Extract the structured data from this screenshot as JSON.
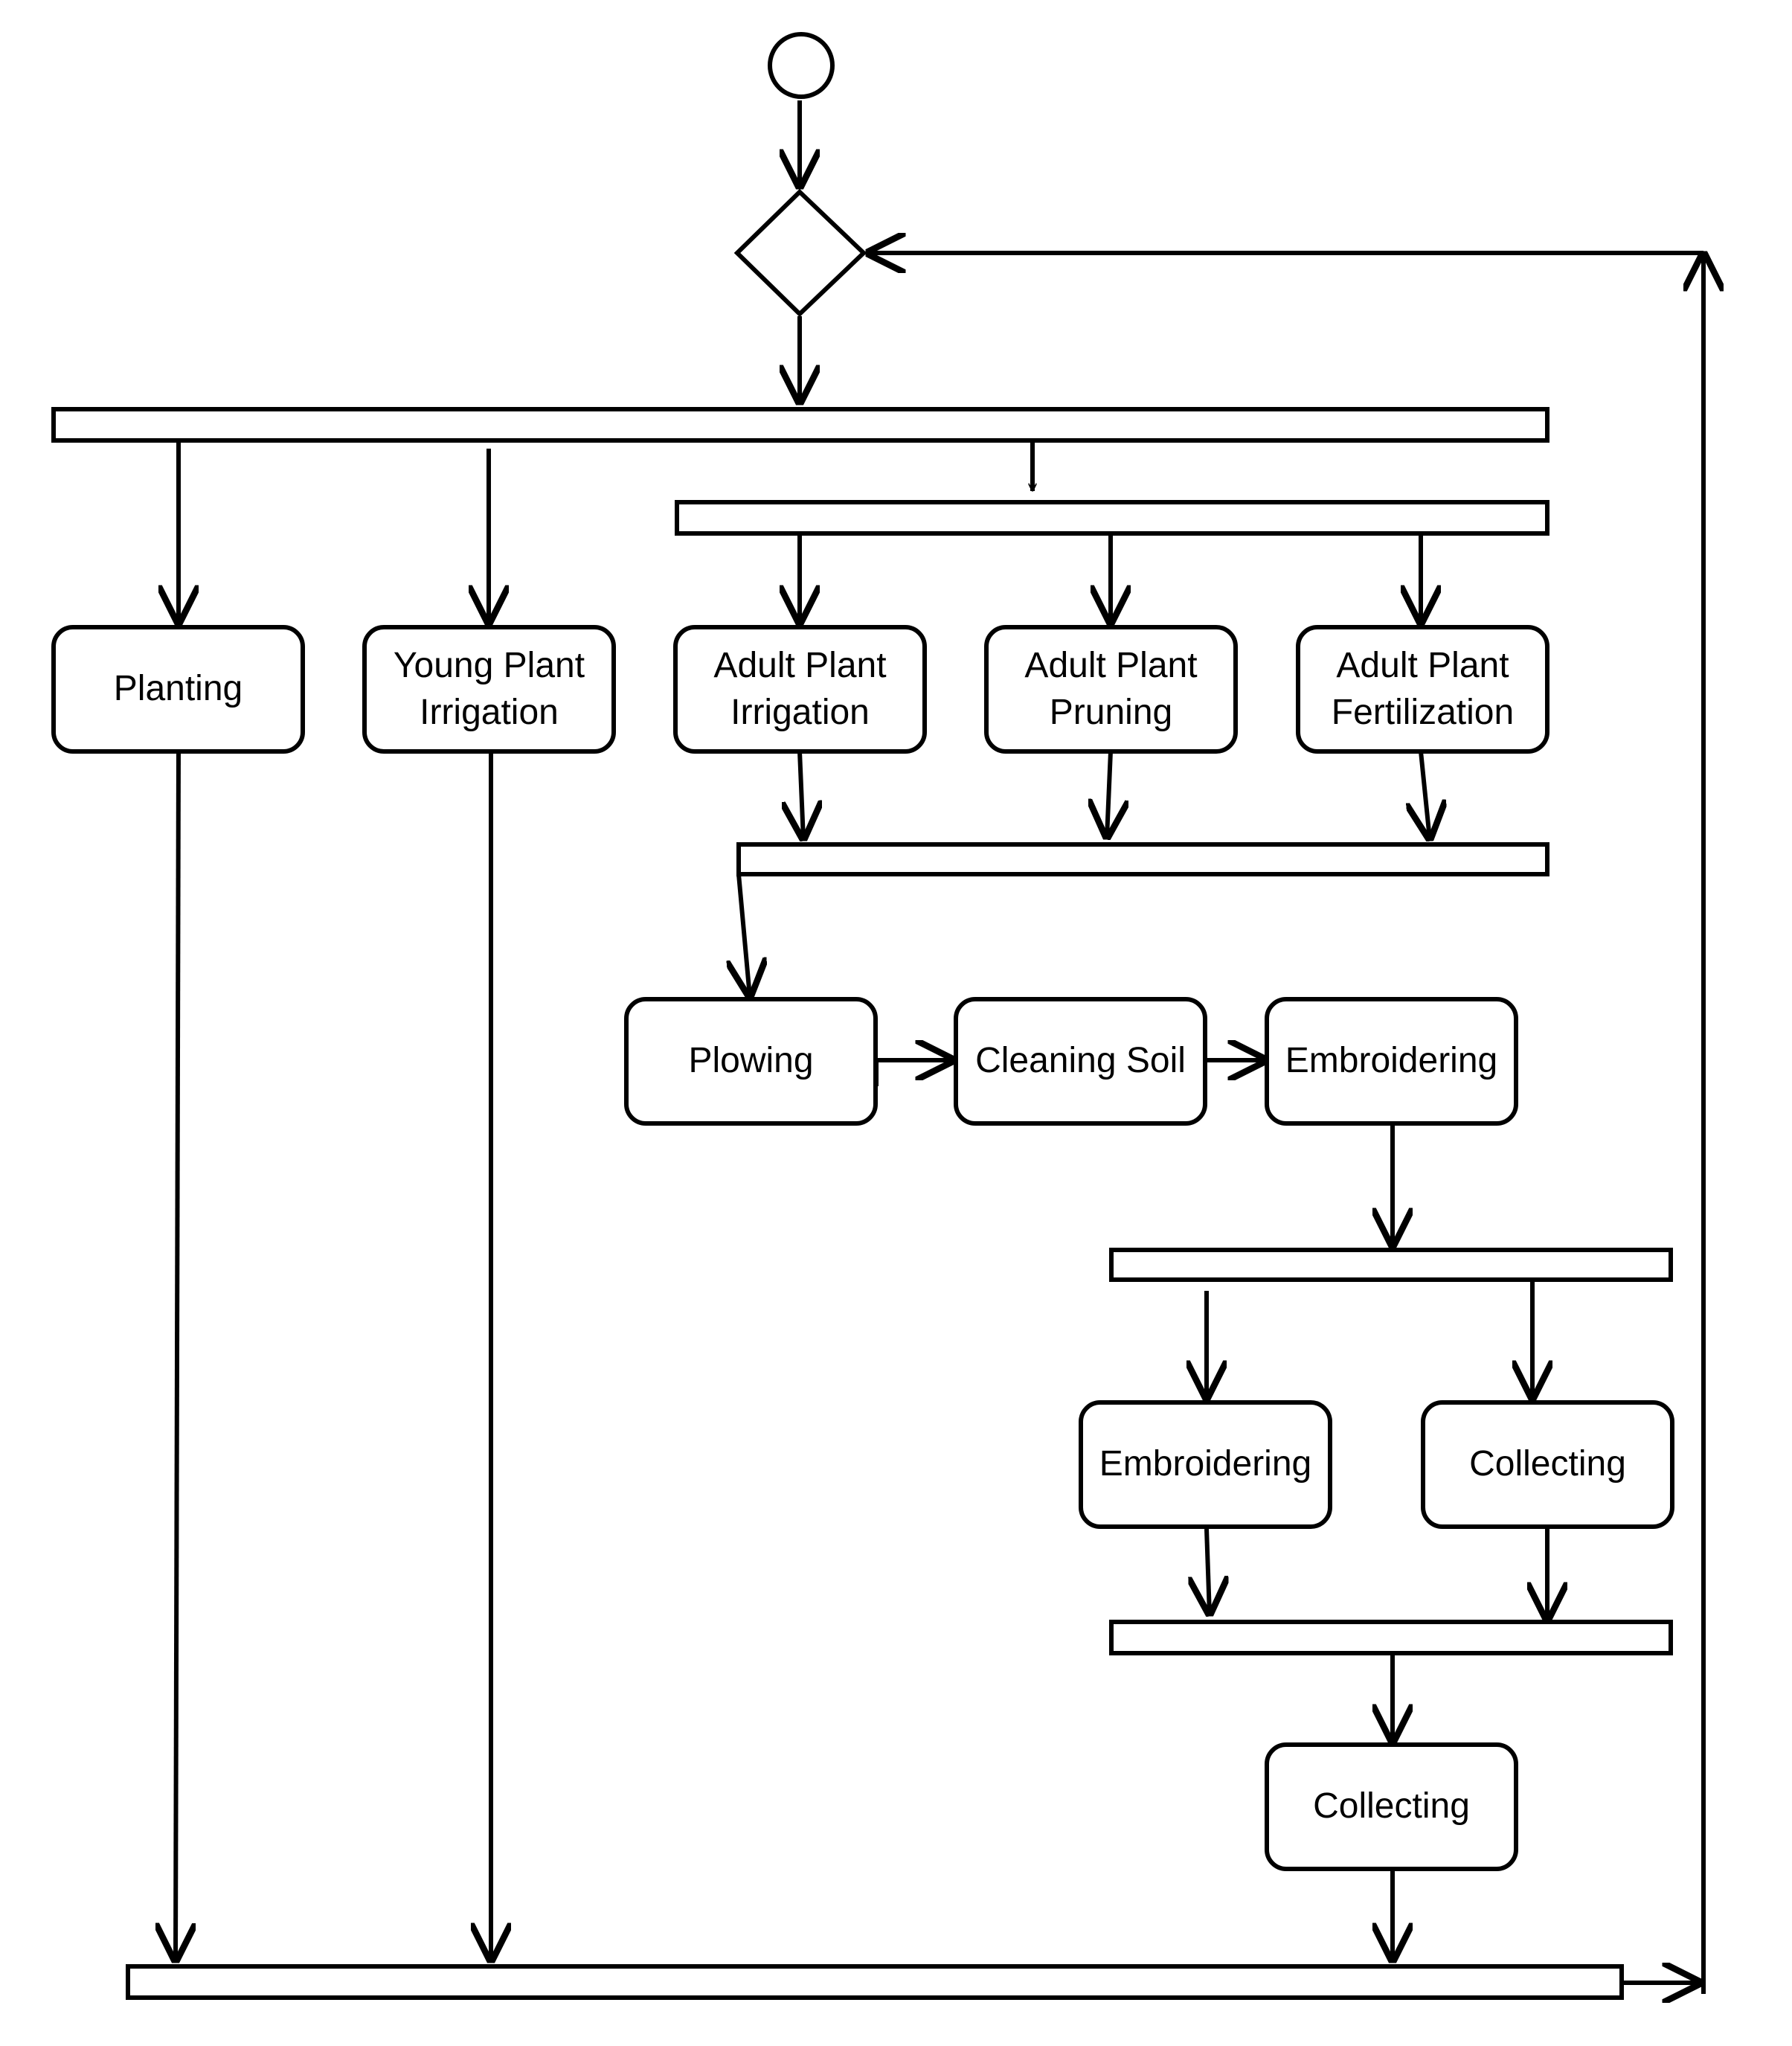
{
  "diagram": {
    "nodes": [
      {
        "id": "planting",
        "label": "Planting"
      },
      {
        "id": "young_irrigation",
        "label": "Young Plant\nIrrigation"
      },
      {
        "id": "adult_irrigation",
        "label": "Adult Plant\nIrrigation"
      },
      {
        "id": "adult_pruning",
        "label": "Adult Plant\nPruning"
      },
      {
        "id": "adult_fertilization",
        "label": "Adult Plant\nFertilization"
      },
      {
        "id": "plowing",
        "label": "Plowing"
      },
      {
        "id": "cleaning_soil",
        "label": "Cleaning Soil"
      },
      {
        "id": "embroidering_1",
        "label": "Embroidering"
      },
      {
        "id": "embroidering_2",
        "label": "Embroidering"
      },
      {
        "id": "collecting_1",
        "label": "Collecting"
      },
      {
        "id": "collecting_2",
        "label": "Collecting"
      }
    ],
    "control_nodes": [
      {
        "id": "start",
        "kind": "initial"
      },
      {
        "id": "decision",
        "kind": "decision"
      },
      {
        "id": "fork_main",
        "kind": "fork"
      },
      {
        "id": "fork_adult",
        "kind": "fork"
      },
      {
        "id": "join_adult",
        "kind": "join"
      },
      {
        "id": "fork_harvest",
        "kind": "fork"
      },
      {
        "id": "join_harvest",
        "kind": "join"
      },
      {
        "id": "join_main",
        "kind": "join"
      }
    ],
    "edges": [
      {
        "from": "start",
        "to": "decision"
      },
      {
        "from": "decision",
        "to": "fork_main"
      },
      {
        "from": "fork_main",
        "to": "planting"
      },
      {
        "from": "fork_main",
        "to": "young_irrigation"
      },
      {
        "from": "fork_main",
        "to": "fork_adult"
      },
      {
        "from": "fork_adult",
        "to": "adult_irrigation"
      },
      {
        "from": "fork_adult",
        "to": "adult_pruning"
      },
      {
        "from": "fork_adult",
        "to": "adult_fertilization"
      },
      {
        "from": "adult_irrigation",
        "to": "join_adult"
      },
      {
        "from": "adult_pruning",
        "to": "join_adult"
      },
      {
        "from": "adult_fertilization",
        "to": "join_adult"
      },
      {
        "from": "join_adult",
        "to": "plowing"
      },
      {
        "from": "plowing",
        "to": "cleaning_soil"
      },
      {
        "from": "cleaning_soil",
        "to": "embroidering_1"
      },
      {
        "from": "embroidering_1",
        "to": "fork_harvest"
      },
      {
        "from": "fork_harvest",
        "to": "embroidering_2"
      },
      {
        "from": "fork_harvest",
        "to": "collecting_1"
      },
      {
        "from": "embroidering_2",
        "to": "join_harvest"
      },
      {
        "from": "collecting_1",
        "to": "join_harvest"
      },
      {
        "from": "join_harvest",
        "to": "collecting_2"
      },
      {
        "from": "collecting_2",
        "to": "join_main"
      },
      {
        "from": "planting",
        "to": "join_main"
      },
      {
        "from": "young_irrigation",
        "to": "join_main"
      },
      {
        "from": "join_main",
        "to": "decision"
      }
    ]
  }
}
